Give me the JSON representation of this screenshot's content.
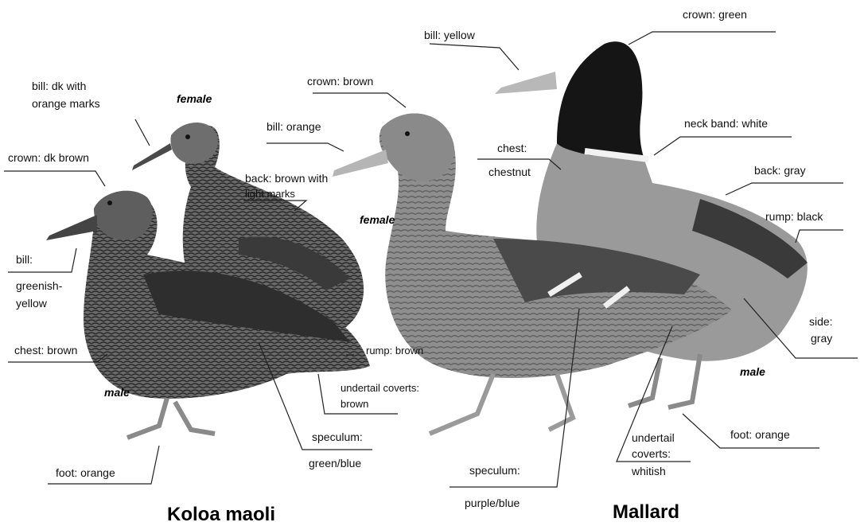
{
  "species": {
    "left": "Koloa maoli",
    "right": "Mallard"
  },
  "sex_labels": {
    "koloa_female": "female",
    "koloa_male": "male",
    "mallard_female": "female",
    "mallard_male": "male"
  },
  "koloa_labels": {
    "bill_female_1": "bill: dk with",
    "bill_female_2": "orange marks",
    "crown": "crown: dk brown",
    "bill_male_1": "bill:",
    "bill_male_2": "greenish-",
    "bill_male_3": "yellow",
    "back_1": "back: brown with",
    "back_2": "light marks",
    "chest": "chest: brown",
    "rump": "rump: brown",
    "undertail_1": "undertail coverts:",
    "undertail_2": "brown",
    "speculum_1": "speculum:",
    "speculum_2": "green/blue",
    "foot": "foot: orange"
  },
  "mallard_labels": {
    "bill_yellow": "bill: yellow",
    "crown_green": "crown: green",
    "crown_brown": "crown: brown",
    "bill_orange": "bill: orange",
    "chest_1": "chest:",
    "chest_2": "chestnut",
    "neck_band": "neck band: white",
    "back_gray": "back: gray",
    "rump_black": "rump: black",
    "side_1": "side:",
    "side_2": "gray",
    "foot": "foot: orange",
    "undertail_1": "undertail",
    "undertail_2": "coverts:",
    "undertail_3": "whitish",
    "speculum_1": "speculum:",
    "speculum_2": "purple/blue"
  },
  "colors": {
    "background": "#ffffff",
    "text": "#111111",
    "leader_line": "#222222"
  }
}
